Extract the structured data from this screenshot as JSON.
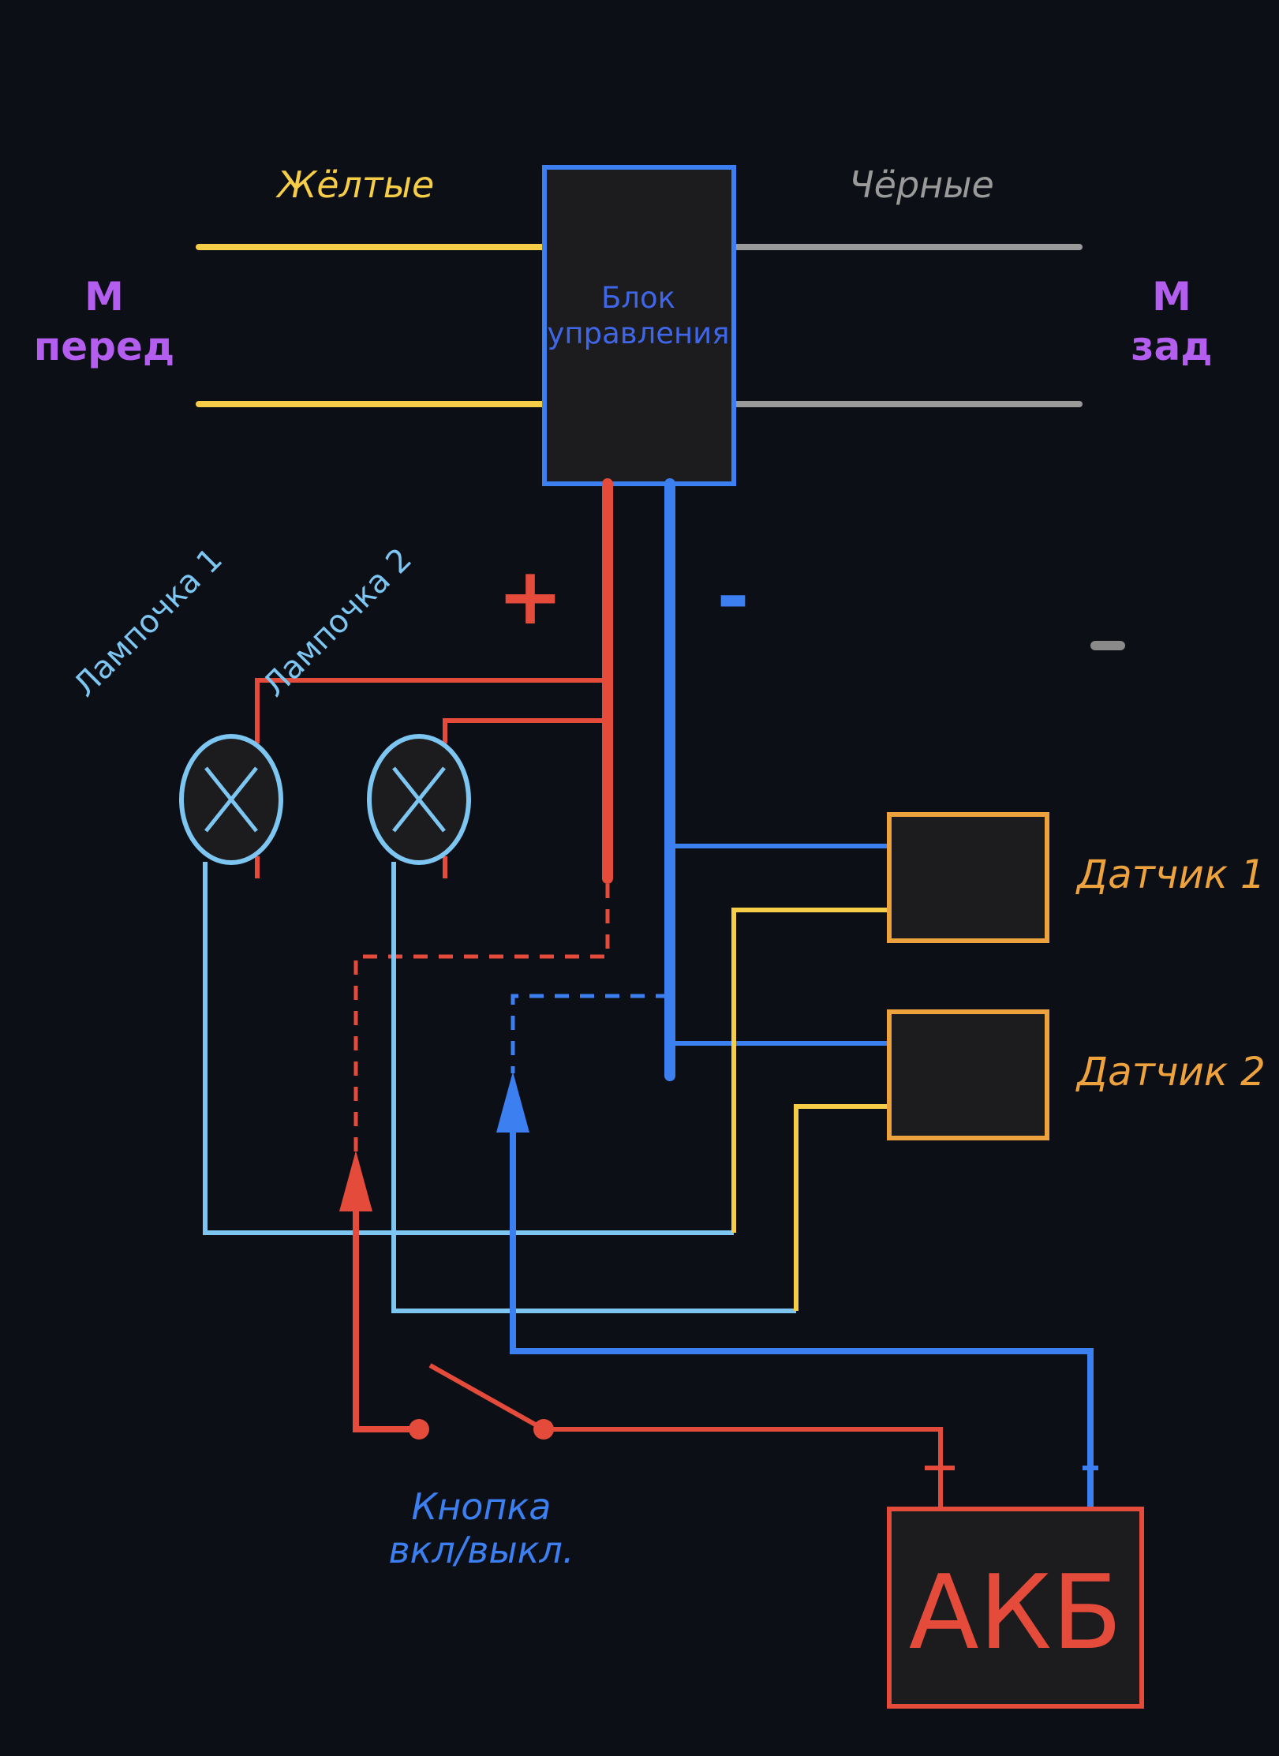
{
  "colors": {
    "background": "#0d0f16",
    "box_fill": "#1c1c1e",
    "yellow_wire": "#f5cd46",
    "black_wire": "#9a9a9a",
    "plus_wire": "#e44b3a",
    "minus_wire": "#3b7ff0",
    "lamp_wire": "#7ec6f2",
    "sensor": "#eda23d",
    "motor_label": "#b45ef0",
    "control_label": "#3f66e6"
  },
  "labels": {
    "yellow_wires": "Жёлтые",
    "black_wires": "Чёрные",
    "motor_front_line1": "М",
    "motor_front_line2": "перед",
    "motor_rear_line1": "М",
    "motor_rear_line2": "зад",
    "control_unit_line1": "Блок",
    "control_unit_line2": "управления",
    "plus_sign": "+",
    "minus_sign": "-",
    "lamp1": "Лампочка 1",
    "lamp2": "Лампочка 2",
    "sensor1": "Датчик 1",
    "sensor2": "Датчик 2",
    "button_line1": "Кнопка",
    "button_line2": "вкл/выкл.",
    "battery": "АКБ"
  },
  "icons": {
    "lamp": "lamp-cross-icon",
    "switch": "switch-icon"
  }
}
